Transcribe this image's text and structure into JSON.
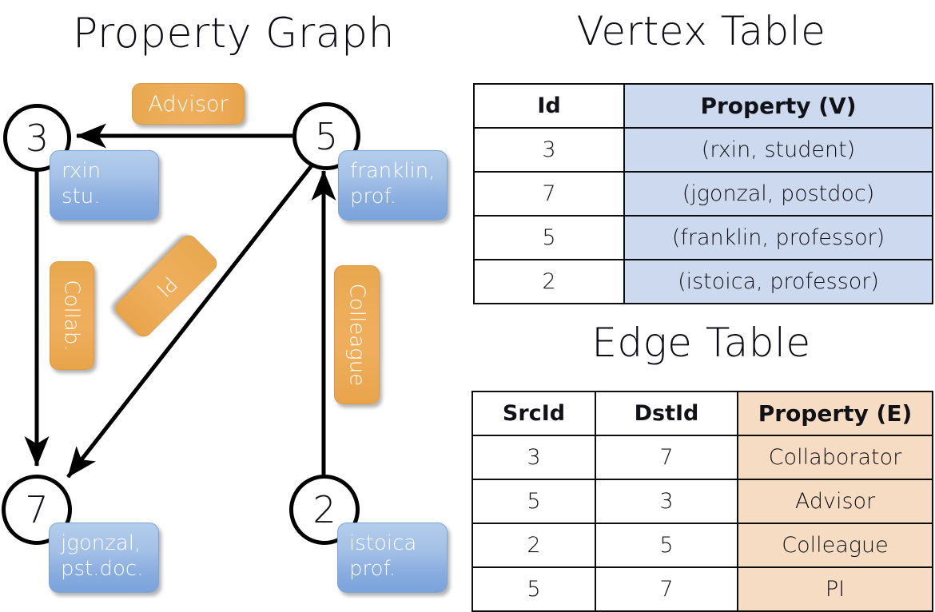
{
  "titles": {
    "property_graph": "Property Graph",
    "vertex_table": "Vertex Table",
    "edge_table": "Edge Table"
  },
  "colors": {
    "vertex_property_fill": "#ccd9ef",
    "edge_property_fill": "#f5dcc2",
    "node_box_blue": "#a3c0e6",
    "edge_chip_orange": "#eead59",
    "stroke": "#000000",
    "background": "#ffffff"
  },
  "graph": {
    "vertices": [
      {
        "id": "3",
        "label_line1": "rxin",
        "label_line2": "stu."
      },
      {
        "id": "5",
        "label_line1": "franklin,",
        "label_line2": "prof."
      },
      {
        "id": "7",
        "label_line1": "jgonzal,",
        "label_line2": "pst.doc."
      },
      {
        "id": "2",
        "label_line1": "istoica",
        "label_line2": "prof."
      }
    ],
    "edge_labels": [
      {
        "text": "Advisor",
        "orientation": "horizontal"
      },
      {
        "text": "Collab.",
        "orientation": "rotated-90"
      },
      {
        "text": "PI",
        "orientation": "rotated-135"
      },
      {
        "text": "Colleague",
        "orientation": "rotated-90"
      }
    ],
    "edges": [
      {
        "src": "5",
        "dst": "3",
        "label": "Advisor"
      },
      {
        "src": "3",
        "dst": "7",
        "label": "Collab."
      },
      {
        "src": "5",
        "dst": "7",
        "label": "PI"
      },
      {
        "src": "2",
        "dst": "5",
        "label": "Colleague"
      }
    ]
  },
  "vertex_table": {
    "headers": [
      "Id",
      "Property (V)"
    ],
    "rows": [
      {
        "id": "3",
        "property": "(rxin, student)"
      },
      {
        "id": "7",
        "property": "(jgonzal, postdoc)"
      },
      {
        "id": "5",
        "property": "(franklin, professor)"
      },
      {
        "id": "2",
        "property": "(istoica, professor)"
      }
    ]
  },
  "edge_table": {
    "headers": [
      "SrcId",
      "DstId",
      "Property (E)"
    ],
    "rows": [
      {
        "src": "3",
        "dst": "7",
        "property": "Collaborator"
      },
      {
        "src": "5",
        "dst": "3",
        "property": "Advisor"
      },
      {
        "src": "2",
        "dst": "5",
        "property": "Colleague"
      },
      {
        "src": "5",
        "dst": "7",
        "property": "PI"
      }
    ]
  }
}
